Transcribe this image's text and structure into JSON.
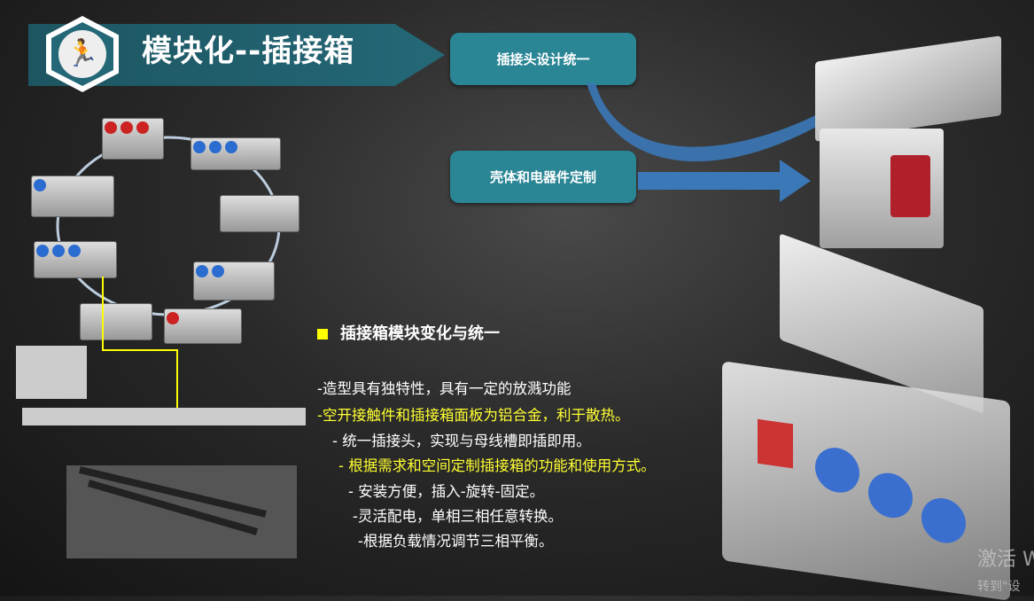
{
  "header": {
    "title": "模块化--插接箱",
    "icon": "running-man-icon"
  },
  "callouts": {
    "connector": "插接头设计统一",
    "housing": "壳体和电器件定制"
  },
  "section": {
    "title": "插接箱模块变化与统一",
    "bullet_color": "#ffff00",
    "lines": [
      {
        "text": "-造型具有独特性，具有一定的放溅功能",
        "highlight": false
      },
      {
        "text": "-空开接触件和插接箱面板为铝合金，利于散热。",
        "highlight": true
      },
      {
        "text": "- 统一插接头，实现与母线槽即插即用。",
        "highlight": false
      },
      {
        "text": "- 根据需求和空间定制插接箱的功能和使用方式。",
        "highlight": true
      },
      {
        "text": "- 安装方便，插入-旋转-固定。",
        "highlight": false
      },
      {
        "text": "-灵活配电，单相三相任意转换。",
        "highlight": false
      },
      {
        "text": "-根据负载情况调节三相平衡。",
        "highlight": false
      }
    ]
  },
  "watermark": {
    "line1": "激活 W",
    "line2": "转到\"设"
  },
  "colors": {
    "banner": "#246877",
    "callout": "#2a8595",
    "highlight": "#ffff33",
    "arrow": "#3b78b8"
  }
}
